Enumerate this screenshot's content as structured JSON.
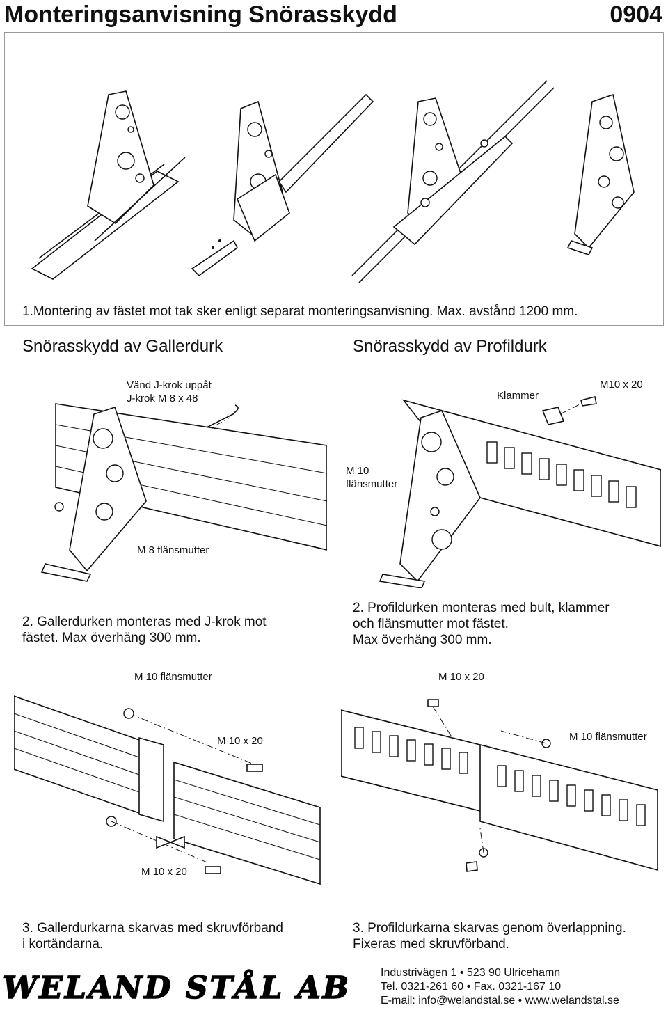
{
  "header": {
    "title": "Monteringsanvisning Snörasskydd",
    "number": "0904"
  },
  "step1": {
    "text": "1.Montering av fästet mot tak sker enligt separat monteringsanvisning. Max. avstånd 1200 mm."
  },
  "gallerdurk": {
    "heading": "Snörasskydd av Gallerdurk",
    "label_line1": "Vänd J-krok uppåt",
    "label_line2": "J-krok M 8 x 48",
    "label_nut": "M 8 flänsmutter",
    "step2_line1": "2. Gallerdurken monteras med J-krok mot",
    "step2_line2": "fästet. Max överhäng 300 mm."
  },
  "profildurk": {
    "heading": "Snörasskydd av Profildurk",
    "label_klammer": "Klammer",
    "label_bolt": "M10 x 20",
    "label_nut_line1": "M 10",
    "label_nut_line2": "flänsmutter",
    "step2_line1": "2. Profildurken monteras med bult, klammer",
    "step2_line2": "och flänsmutter mot fästet.",
    "step2_line3": "Max överhäng 300 mm."
  },
  "splice_gallerdurk": {
    "label_nut_top": "M 10 flänsmutter",
    "label_bolt_mid": "M 10 x 20",
    "label_bolt_bottom": "M 10 x 20",
    "step3_line1": "3. Gallerdurkarna skarvas med skruvförband",
    "step3_line2": "i kortändarna."
  },
  "splice_profildurk": {
    "label_bolt_top": "M 10 x 20",
    "label_nut": "M 10 flänsmutter",
    "step3_line1": "3. Profildurkarna skarvas genom överlappning.",
    "step3_line2": "Fixeras med skruvförband."
  },
  "footer": {
    "logo_text": "WELAND STÅL AB",
    "address": "Industrivägen 1 • 523 90 Ulricehamn",
    "phone": "Tel. 0321-261 60 • Fax. 0321-167 10",
    "web": "E-mail: info@welandstal.se • www.welandstal.se"
  }
}
